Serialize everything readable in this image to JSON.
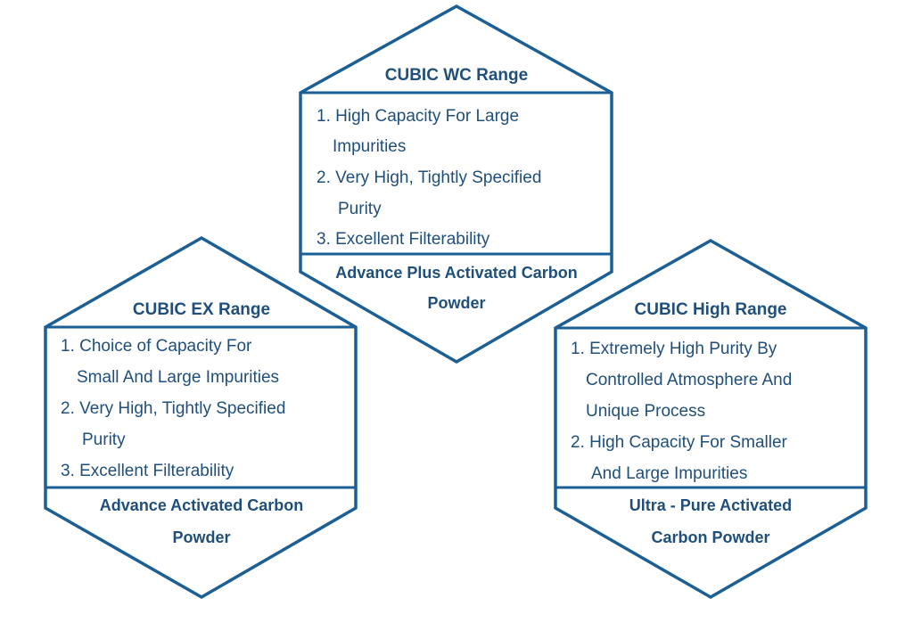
{
  "colors": {
    "stroke": "#1c5f94",
    "text": "#1f4f7a",
    "background": "#ffffff"
  },
  "hexagons": [
    {
      "id": "wc",
      "title": "CUBIC WC Range",
      "items": [
        "1. High Capacity For Large",
        "Impurities",
        "2. Very High, Tightly Specified",
        "Purity",
        "3. Excellent Filterability"
      ],
      "footer": [
        "Advance Plus Activated Carbon",
        "Powder"
      ]
    },
    {
      "id": "ex",
      "title": "CUBIC EX Range",
      "items": [
        "1. Choice of Capacity For",
        "Small And Large Impurities",
        "2. Very High, Tightly Specified",
        "Purity",
        "3. Excellent Filterability"
      ],
      "footer": [
        "Advance Activated Carbon",
        "Powder"
      ]
    },
    {
      "id": "high",
      "title": "CUBIC High Range",
      "items": [
        "1. Extremely High Purity By",
        "Controlled Atmosphere And",
        "Unique Process",
        "2. High Capacity For Smaller",
        "And Large Impurities"
      ],
      "footer": [
        "Ultra - Pure Activated",
        "Carbon Powder"
      ]
    }
  ]
}
